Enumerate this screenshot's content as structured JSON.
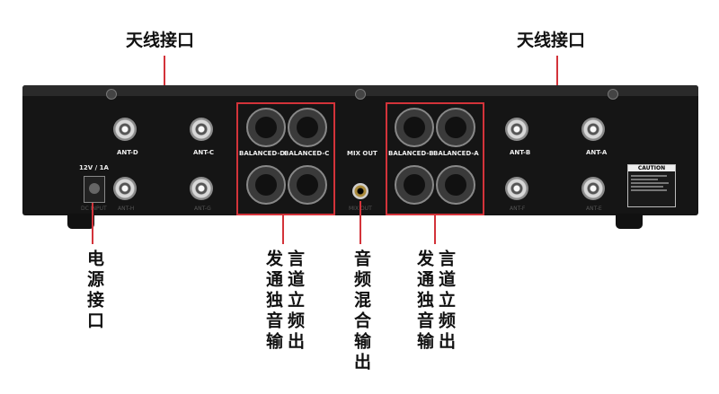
{
  "annotations": {
    "antenna_left": "天线接口",
    "antenna_right": "天线接口",
    "power": "电源接口",
    "balanced_left_col1": "言道立频出",
    "balanced_left_col2": "发通独音输",
    "mix": "音频混合输出",
    "balanced_right_col1": "言道立频出",
    "balanced_right_col2": "发通独音输"
  },
  "panel": {
    "ant_d": "ANT-D",
    "ant_c": "ANT-C",
    "ant_h": "ANT-H",
    "ant_g": "ANT-G",
    "ant_b": "ANT-B",
    "ant_a": "ANT-A",
    "ant_f": "ANT-F",
    "ant_e": "ANT-E",
    "bal_d": "BALANCED-D",
    "bal_c": "BALANCED-C",
    "bal_b": "BALANCED-B",
    "bal_a": "BALANCED-A",
    "mix_out": "MIX OUT",
    "mix_out_low": "MIX OUT",
    "dc_input": "DC INPUT",
    "dc_spec": "12V / 1A",
    "caution": "CAUTION"
  },
  "colors": {
    "accent": "#d3333a",
    "chassis": "#151515"
  }
}
